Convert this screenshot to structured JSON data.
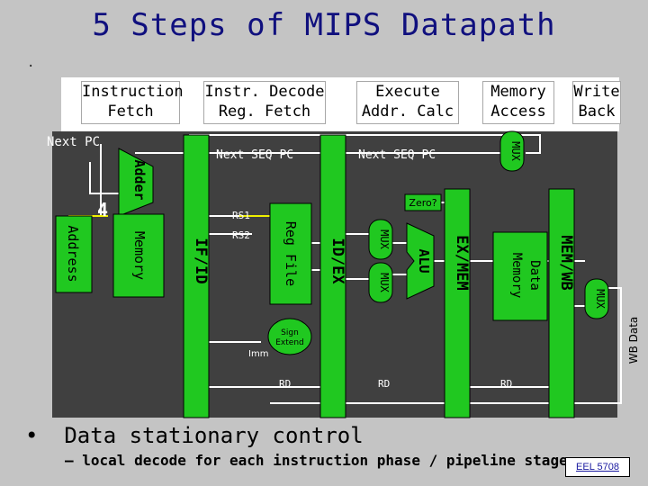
{
  "title": "5 Steps of MIPS Datapath",
  "stages": [
    "Instruction\nFetch",
    "Instr. Decode\nReg. Fetch",
    "Execute\nAddr. Calc",
    "Memory\nAccess",
    "Write\nBack"
  ],
  "labels": {
    "next_pc": "Next PC",
    "next_seq_pc_1": "Next SEQ PC",
    "next_seq_pc_2": "Next SEQ PC",
    "four": "4",
    "adder": "Adder",
    "address": "Address",
    "memory": "Memory",
    "if_id": "IF/ID",
    "rs1": "RS1",
    "rs2": "RS2",
    "reg_file": "Reg File",
    "id_ex": "ID/EX",
    "mux": "MUX",
    "zero": "Zero?",
    "alu": "ALU",
    "ex_mem": "EX/MEM",
    "data_memory": "Data\nMemory",
    "mem_wb": "MEM/WB",
    "imm": "Imm",
    "sign_extend": "Sign\nExtend",
    "rd": "RD",
    "wb_data": "WB Data"
  },
  "bullet": "Data stationary control",
  "sub_bullet": "local decode for each instruction phase / pipeline stage",
  "course": "EEL 5708",
  "colors": {
    "green": "#20c820",
    "dark": "#404040",
    "title": "#10107e",
    "background": "#c4c4c4"
  }
}
